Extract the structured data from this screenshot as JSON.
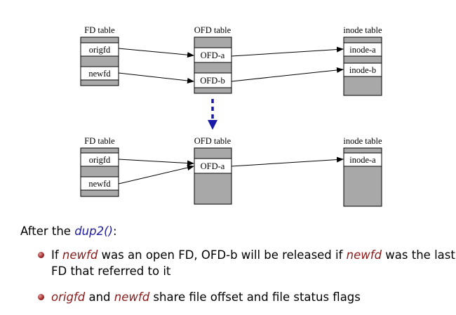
{
  "diagram": {
    "before": {
      "fd_table_title": "FD table",
      "ofd_table_title": "OFD table",
      "inode_table_title": "inode table",
      "fd_entries": [
        "origfd",
        "newfd"
      ],
      "ofd_entries": [
        "OFD-a",
        "OFD-b"
      ],
      "inode_entries": [
        "inode-a",
        "inode-b"
      ]
    },
    "after": {
      "fd_table_title": "FD table",
      "ofd_table_title": "OFD table",
      "inode_table_title": "inode table",
      "fd_entries": [
        "origfd",
        "newfd"
      ],
      "ofd_entries": [
        "OFD-a"
      ],
      "inode_entries": [
        "inode-a"
      ]
    },
    "colors": {
      "transition_arrow": "#1a1aa8",
      "filled_cell": "#a8a8a8"
    }
  },
  "caption": {
    "prefix": "After the ",
    "call": "dup2()",
    "suffix": ":"
  },
  "bullets": [
    {
      "p1": "If ",
      "em1": "newfd",
      "p2": " was an open FD, OFD-b will be released if ",
      "em2": "newfd",
      "p3": " was the last FD that referred to it"
    },
    {
      "em1": "origfd",
      "p1": " and ",
      "em2": "newfd",
      "p2": " share file offset and file status flags"
    }
  ]
}
